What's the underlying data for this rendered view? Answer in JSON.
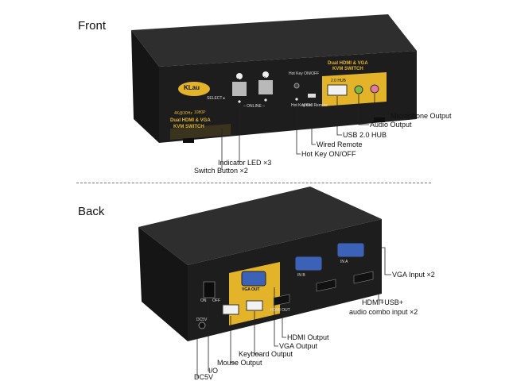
{
  "front": {
    "title": "Front",
    "brand": "KLau",
    "model_line1": "Dual HDMI & VGA",
    "model_line2": "KVM SWITCH",
    "res_badge_1": "4K@30Hz",
    "res_badge_2": "1080P",
    "select_label": "SELECT ▸",
    "online_label": "– ONLINE –",
    "hotkey_top": "Hot Key ON/OFF",
    "hotkey_ok": "Hot Key OK",
    "wired_remote": "Wired Remote",
    "usb_hub_label": "2.0 HUB",
    "btn1": "1",
    "btn2": "2",
    "callouts": {
      "microphone": "Microphone Output",
      "audio": "Audio Output",
      "usb_hub": "USB 2.0 HUB",
      "wired_remote": "Wired Remote",
      "hot_key": "Hot Key ON/OFF",
      "indicator": "Indicator LED ×3",
      "switch_button": "Switch Button ×2"
    }
  },
  "back": {
    "title": "Back",
    "on": "ON",
    "off": "OFF",
    "dc": "DC5V",
    "vga_out": "VGA OUT",
    "hdmi_out": "HDMI OUT",
    "in_b": "IN B",
    "in_a": "IN A",
    "callouts": {
      "vga_input": "VGA Input ×2",
      "combo_1": "HDMI+USB+",
      "combo_2": "audio combo input ×2",
      "hdmi_output": "HDMI Output",
      "vga_output": "VGA Output",
      "keyboard_output": "Keyboard Output",
      "mouse_output": "Mouse Output",
      "io": "I/O",
      "dc5v": "DC5V"
    }
  },
  "colors": {
    "body": "#1c1c1c",
    "top": "#2b2b2b",
    "gold": "#e3b42a",
    "blue_port": "#3c62b8"
  }
}
